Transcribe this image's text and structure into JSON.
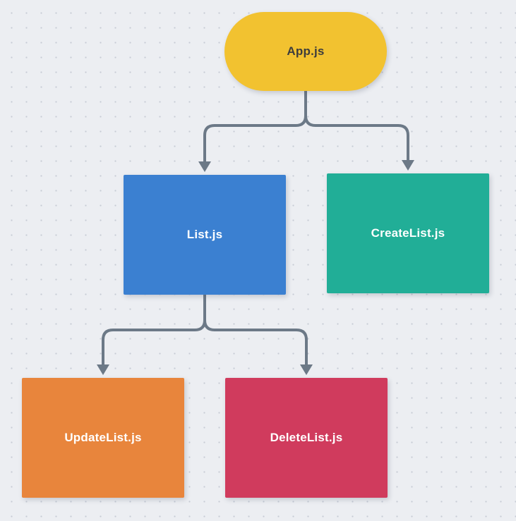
{
  "diagram": {
    "title": "component-hierarchy",
    "background_color": "#eceef2",
    "dot_color": "#c6cbd4",
    "connector_color": "#6c7987",
    "nodes": [
      {
        "id": "app",
        "label": "App.js",
        "shape": "pill",
        "color": "#f2c230",
        "text_color": "#3d3d3d"
      },
      {
        "id": "list",
        "label": "List.js",
        "shape": "rect",
        "color": "#3b80d1",
        "text_color": "#ffffff"
      },
      {
        "id": "createlist",
        "label": "CreateList.js",
        "shape": "rect",
        "color": "#21ae97",
        "text_color": "#ffffff"
      },
      {
        "id": "updatelist",
        "label": "UpdateList.js",
        "shape": "rect",
        "color": "#e8853c",
        "text_color": "#ffffff"
      },
      {
        "id": "deletelist",
        "label": "DeleteList.js",
        "shape": "rect",
        "color": "#d03b5d",
        "text_color": "#ffffff"
      }
    ],
    "edges": [
      {
        "from": "App.js",
        "to": "List.js"
      },
      {
        "from": "App.js",
        "to": "CreateList.js"
      },
      {
        "from": "List.js",
        "to": "UpdateList.js"
      },
      {
        "from": "List.js",
        "to": "DeleteList.js"
      }
    ]
  }
}
